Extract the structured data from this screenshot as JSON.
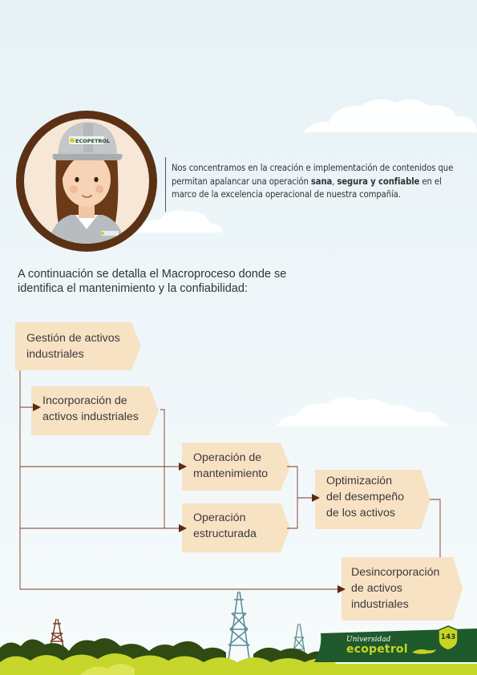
{
  "quote": {
    "part1": "Nos concentramos en la creación e implementación de contenidos que permitan apalancar una operación ",
    "bold1": "sana",
    "sep1": ", ",
    "bold2": "segura",
    "sep2": " y ",
    "bold3": "confiable",
    "part2": " en el marco de la excelencia operacional de nuestra compañía."
  },
  "intro": {
    "line1": "A continuación se detalla el Macroproceso donde se",
    "line2": "identifica el mantenimiento y la confiabilidad:"
  },
  "diagram": {
    "gestion": [
      "Gestión de activos",
      "industriales"
    ],
    "incorporacion": [
      "Incorporación de",
      "activos industriales"
    ],
    "op_mantenimiento": [
      "Operación de",
      "mantenimiento"
    ],
    "op_estructurada": [
      "Operación",
      "estructurada"
    ],
    "optimizacion": [
      "Optimización",
      "del desempeño",
      "de los activos"
    ],
    "desincorporacion": [
      "Desincorporación",
      "de activos",
      "industriales"
    ]
  },
  "footer": {
    "logo_script": "Universidad",
    "logo_main": "ecopetrol",
    "page_number": "143",
    "helmet_logo": "ECOPETROL"
  },
  "colors": {
    "box_fill": "#f8e2c4",
    "arrow": "#5a2a14",
    "connector": "#7a3b1f",
    "avatar_ring": "#5b3116",
    "grass_dark": "#2f4a12",
    "grass_light": "#c6d62a",
    "badge_green": "#1e5a2c"
  }
}
